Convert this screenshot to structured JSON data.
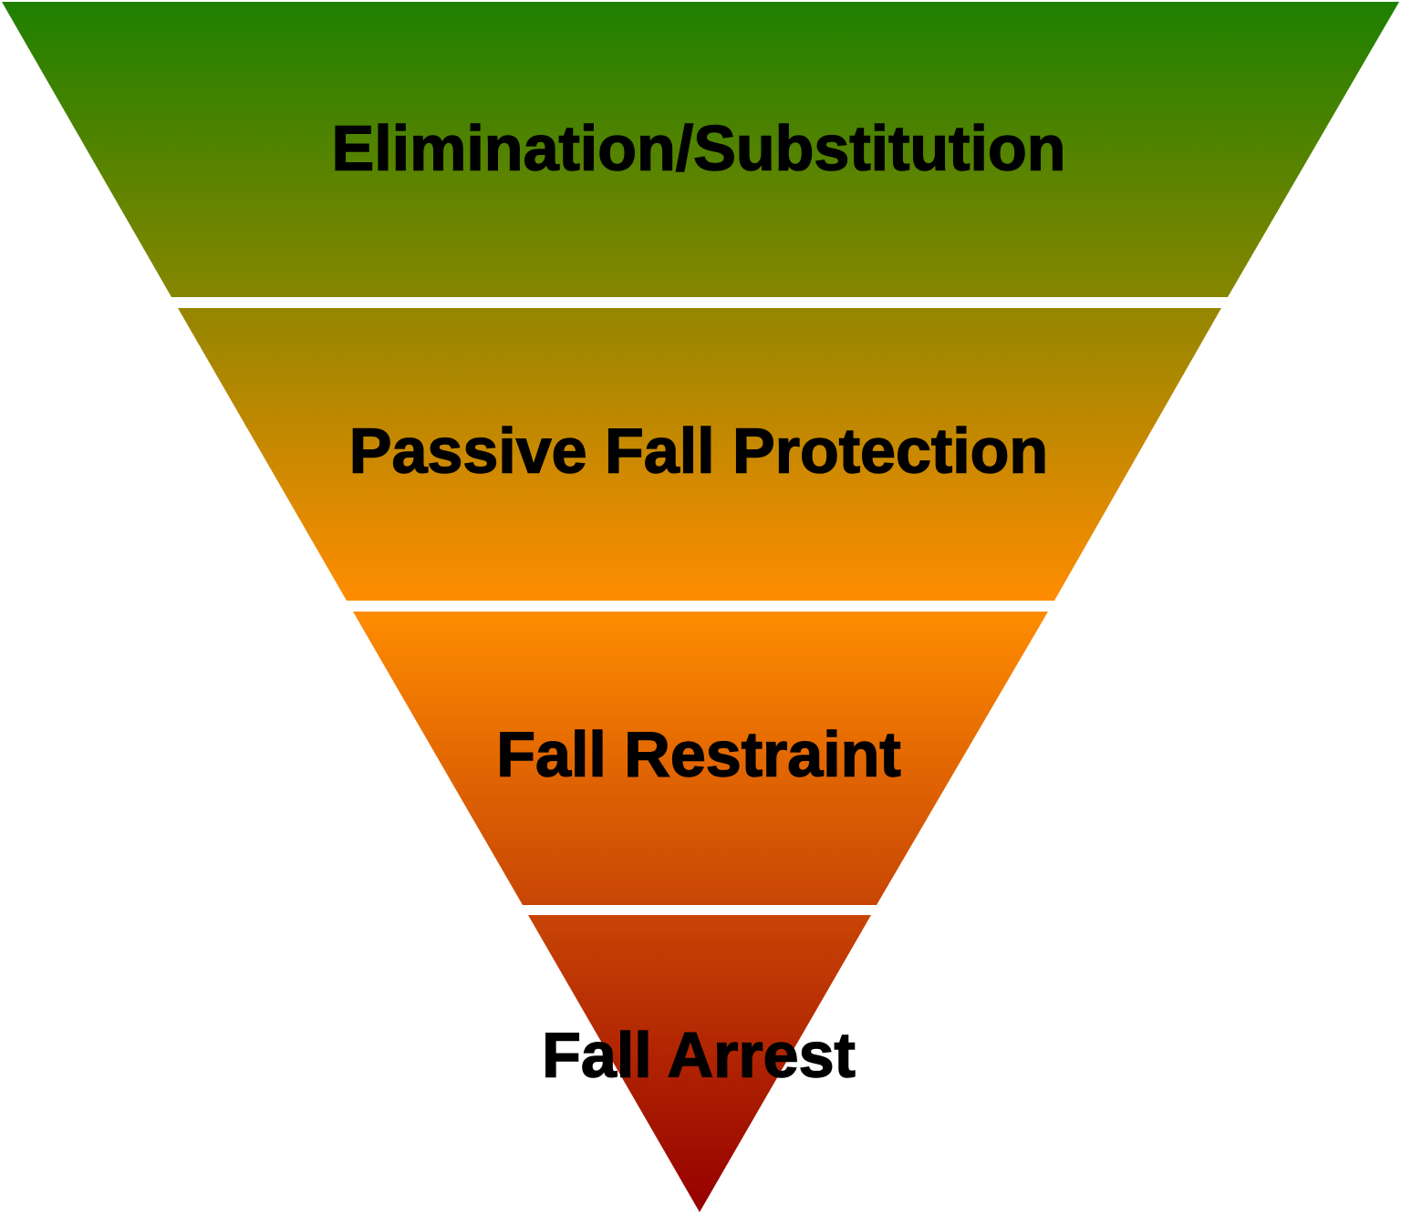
{
  "diagram": {
    "type": "inverted-pyramid",
    "tiers": [
      {
        "label": "Elimination/Substitution",
        "color_top": "#1E8000",
        "color_bottom": "#868600"
      },
      {
        "label": "Passive Fall Protection",
        "color_top": "#948600",
        "color_bottom": "#FF8C00"
      },
      {
        "label": "Fall Restraint",
        "color_top": "#FF8C00",
        "color_bottom": "#C84505"
      },
      {
        "label": "Fall Arrest",
        "color_top": "#C84505",
        "color_bottom": "#960000"
      }
    ]
  }
}
